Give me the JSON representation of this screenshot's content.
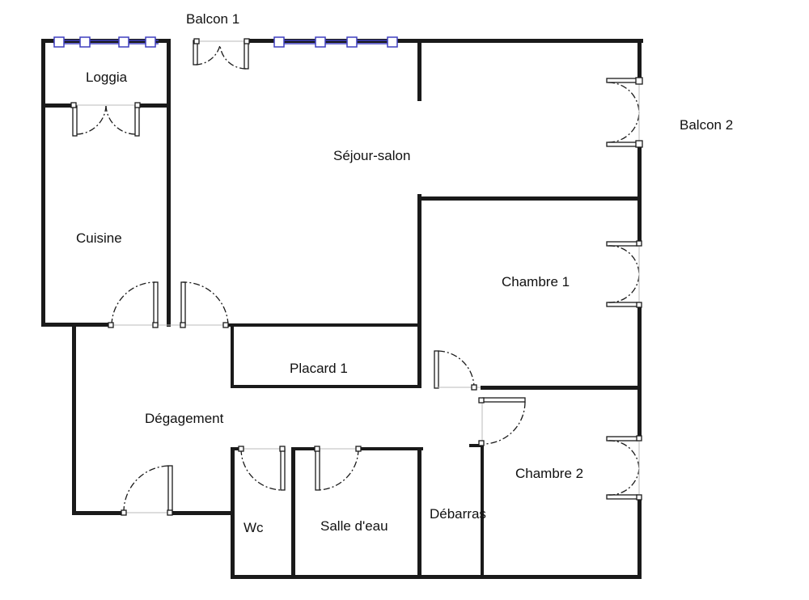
{
  "plan": {
    "colors": {
      "wall": "#1a1a1a",
      "wall_fill": "#ffffff",
      "window": "#3f3fbf",
      "door_arc": "#1a1a1a",
      "door_leaf": "#1a1a1a",
      "background": "#ffffff"
    },
    "rooms": {
      "balcon_1": "Balcon 1",
      "loggia": "Loggia",
      "balcon_2": "Balcon 2",
      "sejour": "Séjour-salon",
      "cuisine": "Cuisine",
      "chambre_1": "Chambre 1",
      "placard_1": "Placard 1",
      "degagement": "Dégagement",
      "chambre_2": "Chambre 2",
      "wc": "Wc",
      "salle_eau": "Salle d'eau",
      "debarras": "Débarras"
    }
  }
}
